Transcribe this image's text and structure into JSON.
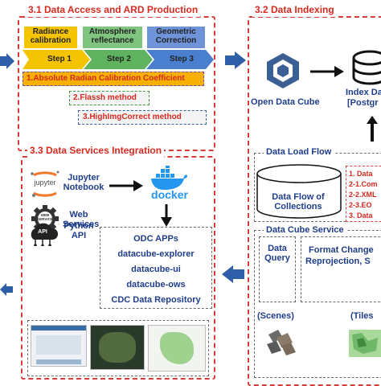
{
  "sections": {
    "ard_title": "3.1 Data Access and ARD Production",
    "indexing_title": "3.2 Data Indexing",
    "services_title": "3.3 Data Services Integration"
  },
  "ard": {
    "headers": [
      "Radiance calibration",
      "Atmosphere reflectance",
      "Geometric Correction"
    ],
    "steps": [
      "Step 1",
      "Step 2",
      "Step 3"
    ],
    "method1": "1.Absolute Radian Calibration Coefficient",
    "method2": "2.Flassh method",
    "method3": "3.HighImgCorrect method"
  },
  "indexing": {
    "odc_label": "Open Data Cube",
    "index_label_line1": "Index Da",
    "index_label_line2": "[Postgr",
    "load_flow_title": "Data Load Flow",
    "cylinder_label": "Data Flow of Collections",
    "load_steps": [
      "1. Data",
      "2-1.Com",
      "2-2.XML",
      "2-3.EO",
      "3. Data"
    ],
    "cube_service_title": "Data Cube Service",
    "query_label": "Data Query",
    "format_line1": "Format Change",
    "format_line2": "Reprojection, S",
    "scenes_label": "(Scenes)",
    "tiles_label": "(Tiles"
  },
  "services": {
    "jupyter_top": "jupyter",
    "jupyter_label": "Jupyter Notebook",
    "web_label": "Web Services",
    "web_icon_text": "WEB SERVICE",
    "python_label": "Python API",
    "python_icon_text": "API",
    "docker_label": "docker",
    "odc_apps": [
      "ODC APPs",
      "datacube-explorer",
      "datacube-ui",
      "datacube-ows",
      "CDC Data Repository"
    ]
  },
  "colors": {
    "red": "#d42a20",
    "blue": "#1f3e8a",
    "arrow_blue": "#2e5fa8",
    "yellow_step": "#f5c400",
    "green_step": "#5fb35f",
    "blue_step": "#4a7fd0",
    "orange_box": "#f5b000"
  }
}
